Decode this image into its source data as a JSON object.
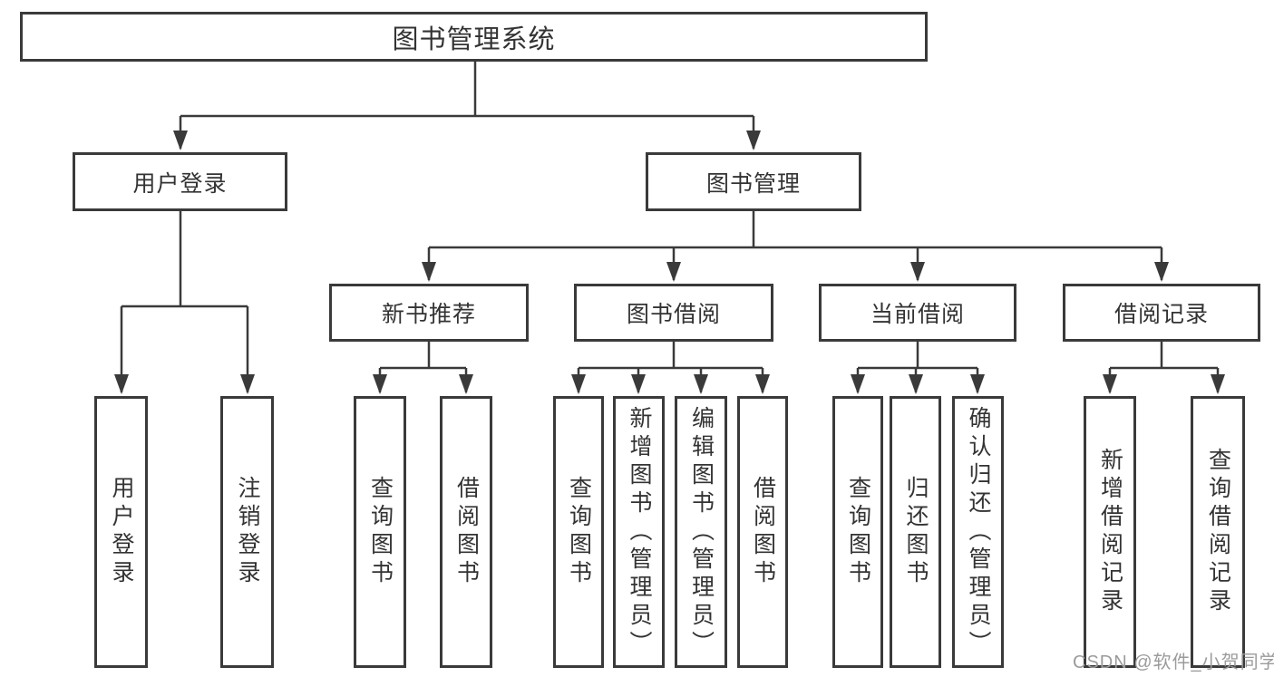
{
  "diagram": {
    "root": "图书管理系统",
    "level2": {
      "user_login": "用户登录",
      "book_mgmt": "图书管理"
    },
    "level3": {
      "new_books": "新书推荐",
      "book_borrow": "图书借阅",
      "current_borrow": "当前借阅",
      "borrow_records": "借阅记录"
    },
    "leaves": {
      "user_login": "用户登录",
      "logout": "注销登录",
      "nb_query_books": "查询图书",
      "nb_borrow_books": "借阅图书",
      "bb_query_books": "查询图书",
      "bb_add_books": "新增图书（管理员）",
      "bb_edit_books": "编辑图书（管理员）",
      "bb_borrow_books": "借阅图书",
      "cb_query_books": "查询图书",
      "cb_return_books": "归还图书",
      "cb_confirm_return": "确认归还（管理员）",
      "br_add_record": "新增借阅记录",
      "br_query_record": "查询借阅记录"
    }
  },
  "watermark": "CSDN @软件_小贺同学",
  "colors": {
    "line": "#3a3a3a",
    "text": "#333333",
    "watermark": "#9b9b9b",
    "background": "#ffffff"
  }
}
